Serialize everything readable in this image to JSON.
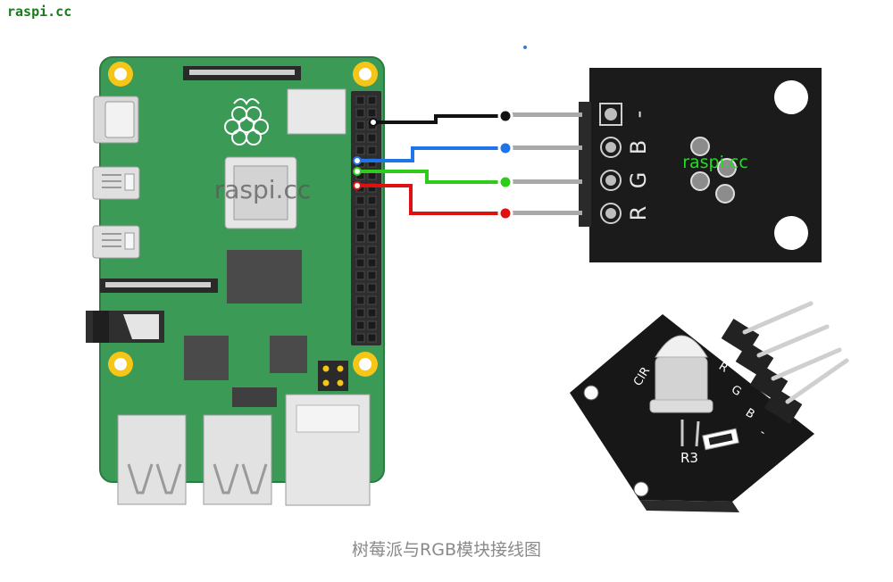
{
  "corner_brand": "raspi.cc",
  "board_watermark": "raspi.cc",
  "module_watermark": "raspi.cc",
  "caption": "树莓派与RGB模块接线图",
  "module_pins": [
    "-",
    "B",
    "G",
    "R"
  ],
  "photo_labels": {
    "part": "R3",
    "pins": [
      "B",
      "R",
      "G",
      "-"
    ],
    "marking": "CIR"
  },
  "wires": [
    {
      "pin": "-",
      "color": "#111111"
    },
    {
      "pin": "B",
      "color": "#1e74e8"
    },
    {
      "pin": "G",
      "color": "#2ecc1a"
    },
    {
      "pin": "R",
      "color": "#e01010"
    }
  ],
  "colors": {
    "pcb": "#3b9a55",
    "pcb_edge": "#2d7a43",
    "module": "#1b1b1b",
    "mount_hole": "#f5c518",
    "brand": "#1a7a1a"
  }
}
